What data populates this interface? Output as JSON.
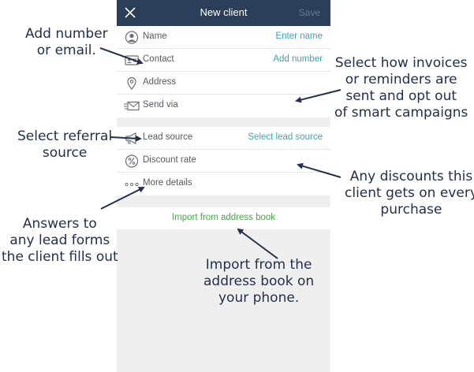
{
  "header": {
    "title": "New client",
    "save_label": "Save"
  },
  "form": {
    "contact_section": [
      {
        "icon": "person-icon",
        "label": "Name",
        "value": "Enter name"
      },
      {
        "icon": "contact-card-icon",
        "label": "Contact",
        "value": "Add number"
      },
      {
        "icon": "location-pin-icon",
        "label": "Address",
        "value": ""
      },
      {
        "icon": "envelope-send-icon",
        "label": "Send via",
        "value": ""
      }
    ],
    "details_section": [
      {
        "icon": "megaphone-icon",
        "label": "Lead source",
        "value": "Select lead source"
      },
      {
        "icon": "percent-icon",
        "label": "Discount rate",
        "value": ""
      },
      {
        "icon": "ellipsis-icon",
        "label": "More details",
        "value": ""
      }
    ],
    "import_label": "Import from address book"
  },
  "annotations": {
    "add_number": [
      "Add number",
      "or email."
    ],
    "invoices": [
      "Select how invoices",
      "or reminders are",
      "sent and opt out",
      "of smart campaigns"
    ],
    "referral": [
      "Select referral",
      "source"
    ],
    "discounts": [
      "Any discounts this",
      "client gets on every",
      "purchase"
    ],
    "lead_forms": [
      "Answers to",
      "any lead forms",
      "the client fills out"
    ],
    "import": [
      "Import from the",
      "address book on",
      "your phone."
    ]
  },
  "colors": {
    "navbar": "#2d3e58",
    "accent_link": "#3aa6b3",
    "import_link": "#45a845",
    "annotation_text": "#22304a"
  }
}
